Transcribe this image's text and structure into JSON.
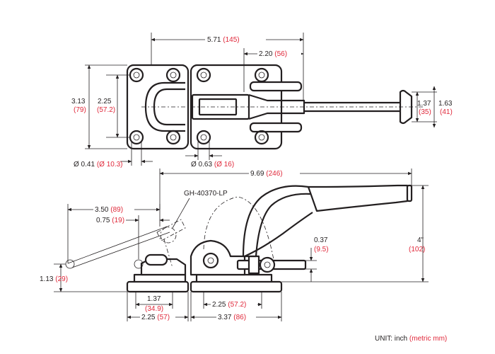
{
  "dimensions": {
    "overall_length_top": {
      "inch": "5.71",
      "mm": "(145)"
    },
    "handle_offset_top": {
      "inch": "2.20",
      "mm": "(56)"
    },
    "base_height": {
      "inch": "3.13",
      "mm": "(79)"
    },
    "hole_pitch_vertical": {
      "inch": "2.25",
      "mm": "(57.2)"
    },
    "handle_width": {
      "inch": "1.37",
      "mm": "(35)"
    },
    "handle_height": {
      "inch": "1.63",
      "mm": "(41)"
    },
    "hole_dia_small": {
      "inch": "Ø 0.41",
      "mm": "(Ø 10.3)"
    },
    "hole_dia_large": {
      "inch": "Ø 0.63",
      "mm": "(Ø 16)"
    },
    "overall_length_side": {
      "inch": "9.69",
      "mm": "(246)"
    },
    "plunger_travel": {
      "inch": "3.50",
      "mm": "(89)"
    },
    "plunger_offset": {
      "inch": "0.75",
      "mm": "(19)"
    },
    "plunger_dia": {
      "inch": "0.37",
      "mm": "(9.5)"
    },
    "handle_rise": {
      "inch": "4\"",
      "mm": "(102)"
    },
    "plunger_height": {
      "inch": "1.13",
      "mm": "(29)"
    },
    "base_hole_spacing": {
      "inch": "1.37",
      "mm": "(34.9)"
    },
    "base_spacing_left": {
      "inch": "2.25",
      "mm": "(57)"
    },
    "base_spacing_right": {
      "inch": "2.25",
      "mm": "(57.2)"
    },
    "base_overall_right": {
      "inch": "3.37",
      "mm": "(86)"
    }
  },
  "callout": {
    "part_number": "GH-40370-LP"
  },
  "unit_note": {
    "label": "UNIT: inch",
    "metric": "(metric mm)"
  },
  "colors": {
    "inch_text": "#231f20",
    "metric_text": "#e0283a",
    "line": "#231f20"
  }
}
